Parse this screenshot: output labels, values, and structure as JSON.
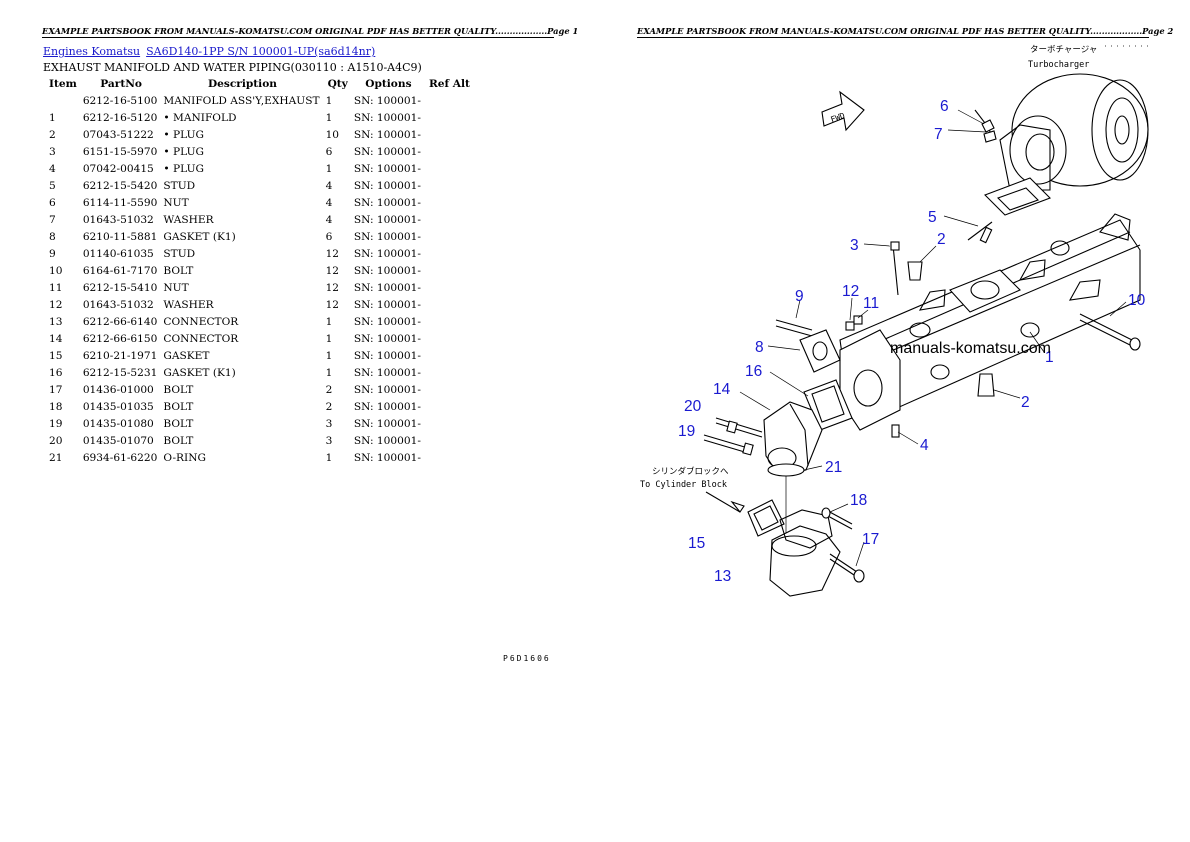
{
  "pages": {
    "left_header": "EXAMPLE PARTSBOOK FROM MANUALS-KOMATSU.COM ORIGINAL PDF HAS BETTER QUALITY..................Page 1",
    "right_header": "EXAMPLE PARTSBOOK FROM MANUALS-KOMATSU.COM ORIGINAL PDF HAS BETTER QUALITY..................Page 2"
  },
  "breadcrumb": {
    "link1": "Engines Komatsu",
    "link2": "SA6D140-1PP S/N 100001-UP(sa6d14nr)"
  },
  "section_title": "EXHAUST MANIFOLD AND WATER PIPING(030110 : A1510-A4C9)",
  "table": {
    "headers": [
      "Item",
      "PartNo",
      "Description",
      "Qty",
      "Options",
      "Ref Alt"
    ],
    "rows": [
      [
        "",
        "6212-16-5100",
        "MANIFOLD ASS'Y,EXHAUST",
        "1",
        "SN: 100001-",
        ""
      ],
      [
        "1",
        "6212-16-5120",
        "• MANIFOLD",
        "1",
        "SN: 100001-",
        ""
      ],
      [
        "2",
        "07043-51222",
        "• PLUG",
        "10",
        "SN: 100001-",
        ""
      ],
      [
        "3",
        "6151-15-5970",
        "• PLUG",
        "6",
        "SN: 100001-",
        ""
      ],
      [
        "4",
        "07042-00415",
        "• PLUG",
        "1",
        "SN: 100001-",
        ""
      ],
      [
        "5",
        "6212-15-5420",
        "STUD",
        "4",
        "SN: 100001-",
        ""
      ],
      [
        "6",
        "6114-11-5590",
        "NUT",
        "4",
        "SN: 100001-",
        ""
      ],
      [
        "7",
        "01643-51032",
        "WASHER",
        "4",
        "SN: 100001-",
        ""
      ],
      [
        "8",
        "6210-11-5881",
        "GASKET (K1)",
        "6",
        "SN: 100001-",
        ""
      ],
      [
        "9",
        "01140-61035",
        "STUD",
        "12",
        "SN: 100001-",
        ""
      ],
      [
        "10",
        "6164-61-7170",
        "BOLT",
        "12",
        "SN: 100001-",
        ""
      ],
      [
        "11",
        "6212-15-5410",
        "NUT",
        "12",
        "SN: 100001-",
        ""
      ],
      [
        "12",
        "01643-51032",
        "WASHER",
        "12",
        "SN: 100001-",
        ""
      ],
      [
        "13",
        "6212-66-6140",
        "CONNECTOR",
        "1",
        "SN: 100001-",
        ""
      ],
      [
        "14",
        "6212-66-6150",
        "CONNECTOR",
        "1",
        "SN: 100001-",
        ""
      ],
      [
        "15",
        "6210-21-1971",
        "GASKET",
        "1",
        "SN: 100001-",
        ""
      ],
      [
        "16",
        "6212-15-5231",
        "GASKET (K1)",
        "1",
        "SN: 100001-",
        ""
      ],
      [
        "17",
        "01436-01000",
        "BOLT",
        "2",
        "SN: 100001-",
        ""
      ],
      [
        "18",
        "01435-01035",
        "BOLT",
        "2",
        "SN: 100001-",
        ""
      ],
      [
        "19",
        "01435-01080",
        "BOLT",
        "3",
        "SN: 100001-",
        ""
      ],
      [
        "20",
        "01435-01070",
        "BOLT",
        "3",
        "SN: 100001-",
        ""
      ],
      [
        "21",
        "6934-61-6220",
        "O-RING",
        "1",
        "SN: 100001-",
        ""
      ]
    ]
  },
  "diagram": {
    "turbo_label_jp": "ターボチャージャ",
    "turbo_label": "Turbocharger",
    "fwd_label": "FWD",
    "cylinder_label_jp": "シリンダブロックへ",
    "cylinder_label": "To Cylinder Block",
    "watermark": "manuals-komatsu.com",
    "figure_code": "P6D1606",
    "callouts": {
      "c1": "1",
      "c2a": "2",
      "c2b": "2",
      "c3": "3",
      "c4": "4",
      "c5": "5",
      "c6": "6",
      "c7": "7",
      "c8": "8",
      "c9": "9",
      "c10": "10",
      "c11": "11",
      "c12": "12",
      "c13": "13",
      "c14": "14",
      "c15": "15",
      "c16": "16",
      "c17": "17",
      "c18": "18",
      "c19": "19",
      "c20": "20",
      "c21": "21"
    }
  }
}
